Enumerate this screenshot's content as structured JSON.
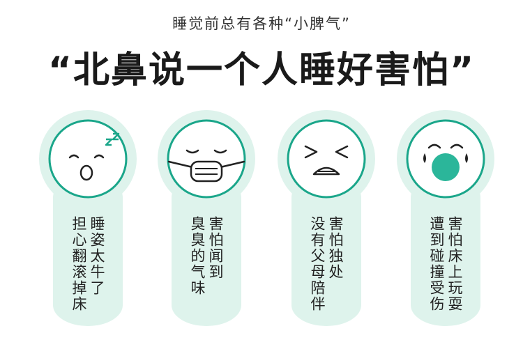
{
  "header": {
    "subtitle": "睡觉前总有各种“小脾气”",
    "headline": "“北鼻说一个人睡好害怕”"
  },
  "cards": [
    {
      "icon": "sleeping-face-icon",
      "col1": "睡姿太牛了",
      "col2": "担心翻滚掉床"
    },
    {
      "icon": "masked-face-icon",
      "col1": "害怕闻到",
      "col2": "臭臭的气味"
    },
    {
      "icon": "scared-face-icon",
      "col1": "害怕独处",
      "col2": "没有父母陪伴"
    },
    {
      "icon": "crying-face-icon",
      "col1": "害怕床上玩耍",
      "col2": "遭到碰撞受伤"
    }
  ],
  "colors": {
    "accent": "#1aa68a",
    "fill": "#def3ec",
    "mouth": "#2bb69a"
  }
}
